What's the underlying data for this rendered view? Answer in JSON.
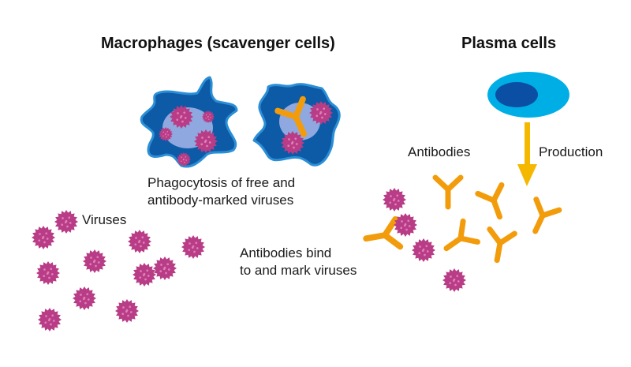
{
  "titles": {
    "macrophages": "Macrophages (scavenger cells)",
    "plasma": "Plasma cells"
  },
  "labels": {
    "phagocytosis": [
      "Phagocytosis of free and",
      "antibody-marked viruses"
    ],
    "viruses": "Viruses",
    "antibodies": "Antibodies",
    "production": "Production",
    "bind": [
      "Antibodies bind",
      "to and mark viruses"
    ]
  },
  "colors": {
    "cell_blue": "#0d5aa7",
    "cell_outline": "#2b8fd6",
    "vacuole": "#8fa8e0",
    "plasma_outer": "#00aee6",
    "plasma_nucleus": "#0a4fa3",
    "antibody": "#f39c0b",
    "arrow": "#f5b800",
    "virus": "#b83d86",
    "virus_dots": "#e07fb9"
  },
  "icons": {
    "virus": "virus-icon",
    "antibody": "antibody-icon",
    "macrophage": "macrophage-icon",
    "plasma_cell": "plasma-cell-icon",
    "arrow": "arrow-down-icon"
  }
}
